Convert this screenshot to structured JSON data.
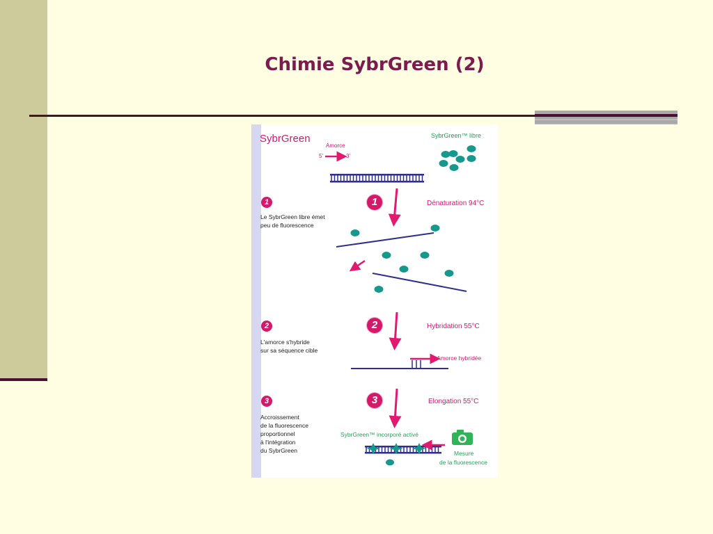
{
  "slide": {
    "title": "Chimie SybrGreen (2)"
  },
  "figure": {
    "heading": "SybrGreen",
    "free_label": "SybrGreen™ libre",
    "primer_label": "Amorce",
    "primer_5": "5'",
    "primer_3": "3'",
    "steps": [
      {
        "number": "1",
        "stage": "Dénaturation 94°C",
        "desc_line1": "Le SybrGreen libre émet",
        "desc_line2": "peu de fluorescence"
      },
      {
        "number": "2",
        "stage": "Hybridation 55°C",
        "desc_line1": "L'amorce s'hybride",
        "desc_line2": "sur sa séquence cible",
        "annotation": "Amorce hybridée"
      },
      {
        "number": "3",
        "stage": "Elongation 55°C",
        "desc_line1": "Accroissement",
        "desc_line2": "de la fluorescence",
        "desc_line3": "proportionnel",
        "desc_line4": "à l'intégration",
        "desc_line5": "du SybrGreen",
        "annotation": "SybrGreen™ incorporé activé",
        "measure_line1": "Mesure",
        "measure_line2": "de la fluorescence"
      }
    ],
    "colors": {
      "strand": "#2f2f8f",
      "dye": "#16998c",
      "arrow": "#e2196e",
      "sidebar": "#d6d8f2",
      "camera": "#2fb457"
    }
  }
}
